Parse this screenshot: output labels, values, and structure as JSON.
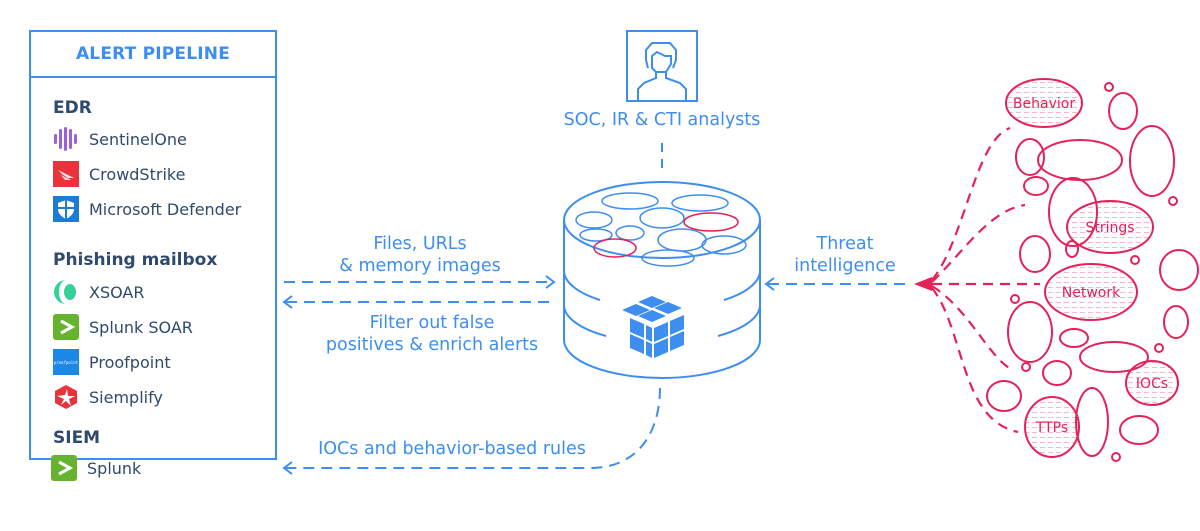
{
  "panel": {
    "title": "ALERT PIPELINE",
    "sections": [
      {
        "title": "EDR",
        "items": [
          {
            "label": "SentinelOne",
            "icon": "sentinelone-logo-icon"
          },
          {
            "label": "CrowdStrike",
            "icon": "crowdstrike-logo-icon"
          },
          {
            "label": "Microsoft Defender",
            "icon": "microsoft-defender-logo-icon"
          }
        ]
      },
      {
        "title": "Phishing mailbox",
        "items": [
          {
            "label": "XSOAR",
            "icon": "xsoar-logo-icon"
          },
          {
            "label": "Splunk SOAR",
            "icon": "splunk-soar-logo-icon"
          },
          {
            "label": "Proofpoint",
            "icon": "proofpoint-logo-icon",
            "icon_text": "proofpoint"
          },
          {
            "label": "Siemplify",
            "icon": "siemplify-logo-icon"
          }
        ]
      },
      {
        "title": "SIEM",
        "items": [
          {
            "label": "Splunk",
            "icon": "splunk-logo-icon"
          }
        ]
      }
    ]
  },
  "analysts": {
    "label": "SOC, IR & CTI analysts"
  },
  "flows": {
    "to_engine": {
      "line1": "Files, URLs",
      "line2": "& memory images"
    },
    "from_engine": {
      "line1": "Filter out false",
      "line2": "positives & enrich alerts"
    },
    "rules": {
      "label": "IOCs and behavior-based rules"
    },
    "threat_intel": {
      "line1": "Threat",
      "line2": "intelligence"
    }
  },
  "intel_cloud": {
    "labels": [
      "Behavior",
      "Strings",
      "Network",
      "IOCs",
      "TTPs"
    ]
  },
  "colors": {
    "blue": "#3d8ef0",
    "navy": "#2f4a6d",
    "red": "#e5215a"
  }
}
